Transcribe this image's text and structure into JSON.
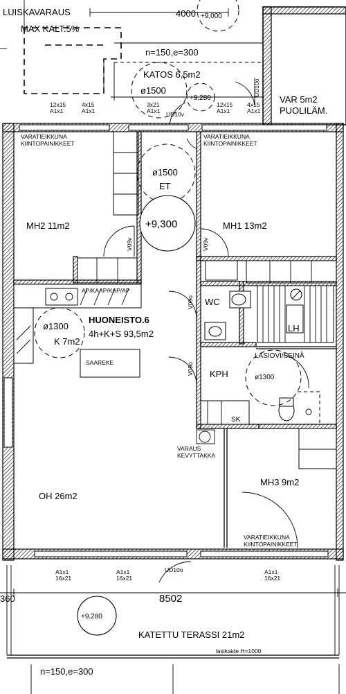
{
  "labels": {
    "luiskavaraus": "LUISKAVARAUS",
    "max_kalt": "MAX KALT.5%",
    "dim_4000": "4000",
    "level_top": "+9,000",
    "n_top": "n=150,e=300",
    "katos": "KATOS 6,5m2",
    "dia_katos": "ø1500",
    "level_katos": "+9,280",
    "ud10o_top": "UD10o",
    "ud10v": "UD10v",
    "var": "VAR  5m2",
    "puolilam": "PUOLILÄM.",
    "varatie_1": "VARATIEIKKUNA",
    "kiinto_1": "KIINTOPAINIKKEET",
    "varatie_2": "VARATIEIKKUNA",
    "kiinto_2": "KIINTOPAINIKKEET",
    "dia_et": "ø1500",
    "et": "ET",
    "level_mid": "+9,300",
    "mh2": "MH2  11m2",
    "mh1": "MH1  13m2",
    "v09v_a": "V09v",
    "v09v_b": "V09v",
    "v09o_wc": "V09o",
    "v09o_kph": "V09o",
    "wc": "WC",
    "lasiovi": "LASIOVI/SEINÄ",
    "lh": "LH",
    "ap": "AP/KAAP/KAP/AP",
    "huoneisto": "HUONEISTO.6",
    "huone_spec": "4h+K+S  93,5m2",
    "dia_k": "ø1300",
    "k": "K  7m2",
    "saareke": "SAAREKE",
    "kph": "KPH",
    "dia_kph": "ø1300",
    "sk": "SK",
    "varaus": "VARAUS",
    "kevyttakka": "KEVYTTAKKA",
    "oh": "OH  26m2",
    "mh3": "MH3  9m2",
    "varatie_3": "VARATIEIKKUNA",
    "kiinto_3": "KIINTOPAINIKKEET",
    "ud10o_bot": "UD10o",
    "dim_8502": "8502",
    "dim_360": "360",
    "level_terassi": "+9,280",
    "terassi": "KATETTU TERASSI 21m2",
    "lasikaide": "lasikaide  H=1000",
    "n_bot": "n=150,e=300"
  },
  "windows_top": [
    {
      "a": "12x15",
      "b": "A1x1"
    },
    {
      "a": "4x15",
      "b": "A1x1"
    },
    {
      "a": "3x21",
      "b": "A1x1"
    },
    {
      "a": "12x15",
      "b": "A1x1"
    },
    {
      "a": "4x15",
      "b": "A1x1"
    }
  ],
  "windows_bottom": [
    {
      "a": "A1x1",
      "b": "16x21"
    },
    {
      "a": "A1x1",
      "b": "16x21"
    },
    {
      "a": "A1x1",
      "b": "16x21"
    }
  ]
}
